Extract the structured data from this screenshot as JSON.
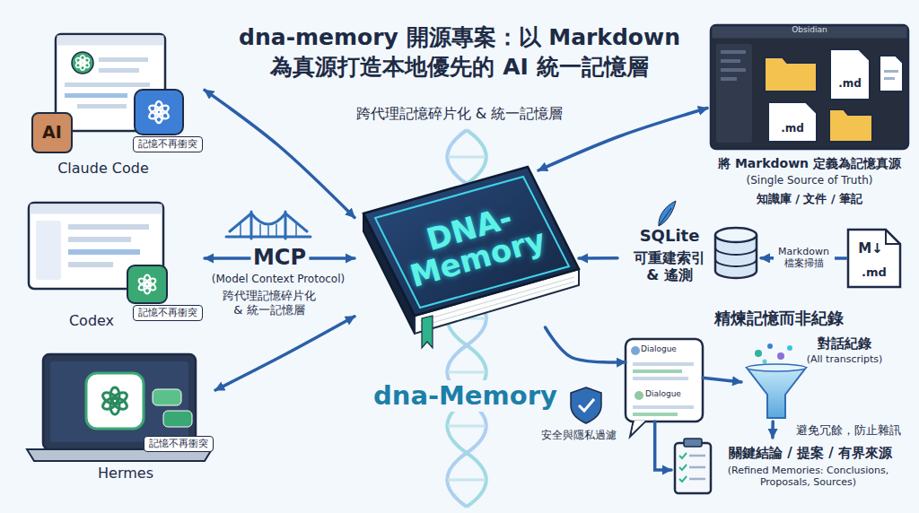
{
  "diagram": {
    "title": "dna-memory 開源專案：以 Markdown 為真源打造本地優先的 AI 統一記憶層",
    "nodes": [
      {
        "text": [
          "Claude Code"
        ]
      },
      {
        "text": [
          "記憶不再衝突"
        ],
        "in": 0
      },
      {
        "text": [
          "Codex"
        ]
      },
      {
        "text": [
          "記憶不再衝突"
        ],
        "in": 2
      },
      {
        "text": [
          "Hermes"
        ]
      },
      {
        "text": [
          "記憶不再衝突"
        ],
        "in": 4
      },
      {
        "text": [
          "DNA-Memory"
        ]
      },
      {
        "text": [
          "Obsidian",
          ".md",
          ".md",
          "將 Markdown 定義為記憶真源",
          "(Single Source of Truth)",
          "知識庫 / 文件 / 筆記"
        ]
      },
      {
        "text": [
          "SQLite",
          "可重建索引 & 遙測"
        ]
      },
      {
        "text": [
          "M↓",
          ".md"
        ]
      },
      {
        "text": [
          "Dialogue",
          "Dialogue"
        ]
      },
      {
        "text": [
          "對話紀錄",
          "(All transcripts)"
        ]
      },
      {
        "text": [
          "關鍵結論 / 提案 / 有界來源",
          "(Refined Memories: Conclusions, Proposals, Sources)"
        ]
      }
    ],
    "edges": [
      {
        "from": 0,
        "to": 6,
        "arrow": "both"
      },
      {
        "from": 2,
        "to": 6,
        "arrow": "both",
        "label": "MCP"
      },
      {
        "from": 4,
        "to": 6,
        "arrow": "both"
      },
      {
        "from": 7,
        "to": 6,
        "arrow": "both"
      },
      {
        "from": 8,
        "to": 6,
        "arrow": "to"
      },
      {
        "from": 9,
        "to": 8,
        "arrow": "to",
        "label": "Markdown 檔案掃描"
      },
      {
        "from": 6,
        "to": 10,
        "arrow": "to"
      },
      {
        "from": 10,
        "to": 11,
        "arrow": "to"
      },
      {
        "from": 11,
        "to": 12,
        "arrow": "to"
      },
      {
        "from": 10,
        "to": 12,
        "arrow": "to"
      }
    ],
    "labels": [
      "跨代理記憶碎片化 & 統一記憶層",
      "AI",
      "(Model Context Protocol)",
      "跨代理記憶碎片化 & 統一記憶層",
      "dna-Memory",
      "安全與隱私過濾",
      "精煉記憶而非紀錄",
      "避免冗餘，防止雜訊"
    ]
  }
}
